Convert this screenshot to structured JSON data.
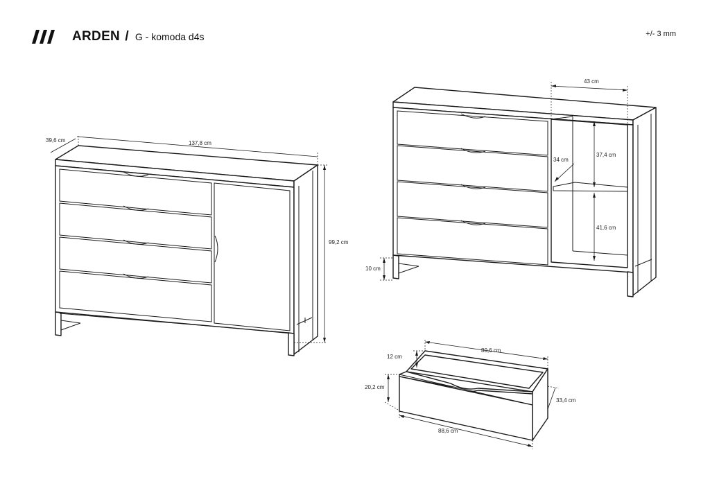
{
  "header": {
    "brand": "ARDEN",
    "separator": "/",
    "model": "G - komoda d4s",
    "tolerance": "+/- 3 mm",
    "logo_icon": "triple-slash-logo-icon"
  },
  "dimensions": {
    "front_view": {
      "depth": "39,6 cm",
      "width": "137,8 cm",
      "height": "99,2 cm"
    },
    "open_view": {
      "compartment_width": "43 cm",
      "shelf_depth": "34 cm",
      "upper_height": "37,4 cm",
      "lower_height": "41,6 cm",
      "leg_height": "10 cm"
    },
    "drawer": {
      "inner_width": "80,6 cm",
      "side_height": "12 cm",
      "front_height": "20,2 cm",
      "depth": "33,4 cm",
      "front_width": "88,6 cm"
    }
  }
}
